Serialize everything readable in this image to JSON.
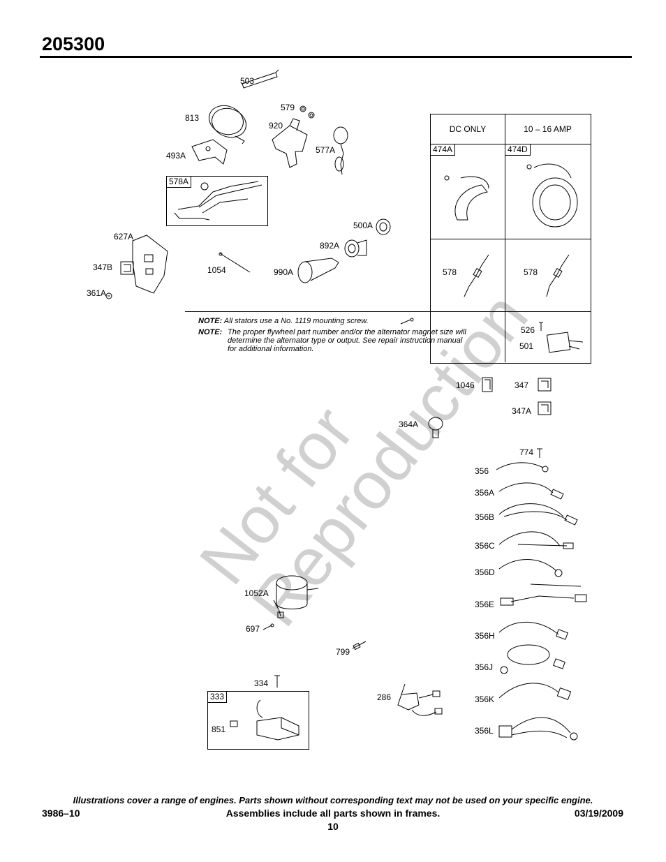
{
  "header": {
    "model": "205300"
  },
  "watermark": {
    "line1": "Not for",
    "line2": "Reproduction"
  },
  "labels": {
    "l503": "503",
    "l813": "813",
    "l579": "579",
    "l920": "920",
    "l577A": "577A",
    "l493A": "493A",
    "l578A": "578A",
    "l500A": "500A",
    "l627A": "627A",
    "l892A": "892A",
    "l347B": "347B",
    "l1054": "1054",
    "l990A": "990A",
    "l361A": "361A",
    "l1046": "1046",
    "l347": "347",
    "l347A": "347A",
    "l364A": "364A",
    "l774": "774",
    "l356": "356",
    "l356A": "356A",
    "l356B": "356B",
    "l356C": "356C",
    "l356D": "356D",
    "l356E": "356E",
    "l356H": "356H",
    "l356J": "356J",
    "l356K": "356K",
    "l356L": "356L",
    "l1052A": "1052A",
    "l697": "697",
    "l799": "799",
    "l334": "334",
    "l333": "333",
    "l851": "851",
    "l286": "286"
  },
  "stator_table": {
    "col1_header": "DC ONLY",
    "col2_header": "10 – 16 AMP",
    "col1_part": "474A",
    "col2_part": "474D",
    "col1_wire": "578",
    "col2_wire": "578",
    "reg_526": "526",
    "reg_501": "501"
  },
  "notes": {
    "note_label": "NOTE:",
    "note1": "All stators use a No. 1119 mounting screw.",
    "note2_line1": "The proper flywheel part number and/or the alternator magnet size will",
    "note2_line2": "determine the alternator type or output. See repair instruction manual",
    "note2_line3": "for additional information."
  },
  "footer": {
    "disclaimer": "Illustrations cover a range of engines. Parts shown without corresponding text may not be used on your specific engine.",
    "doc_number": "3986–10",
    "frames_note": "Assemblies include all parts shown in frames.",
    "date": "03/19/2009",
    "page": "10"
  }
}
